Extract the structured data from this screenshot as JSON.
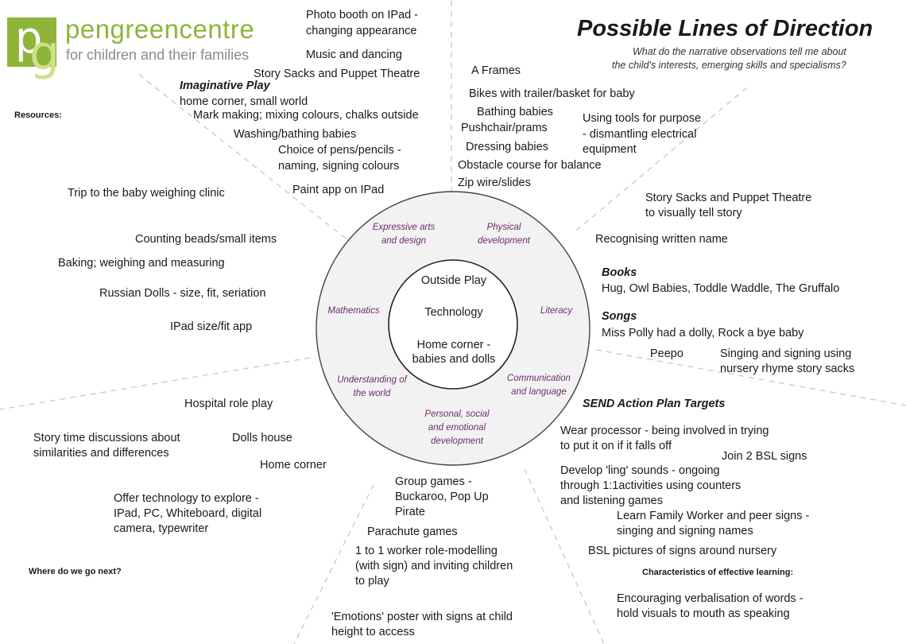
{
  "logo": {
    "name": "pengreencentre",
    "tagline": "for children and their families",
    "mark_color": "#8fb43a"
  },
  "header": {
    "title": "Possible Lines of Direction",
    "subtitle_line1": "What do the narrative observations tell me about",
    "subtitle_line2": "the child's interests, emerging skills and specialisms?"
  },
  "side_labels": {
    "resources": "Resources:",
    "where_next": "Where do we go next?",
    "characteristics": "Characteristics of effective learning:"
  },
  "circle": {
    "areas": {
      "expressive_1": "Expressive arts",
      "expressive_2": "and design",
      "physical_1": "Physical",
      "physical_2": "development",
      "literacy": "Literacy",
      "mathematics": "Mathematics",
      "communication_1": "Communication",
      "communication_2": "and language",
      "understanding_1": "Understanding of",
      "understanding_2": "the world",
      "personal_1": "Personal, social",
      "personal_2": "and emotional",
      "personal_3": "development"
    },
    "inner": {
      "outside": "Outside Play",
      "technology": "Technology",
      "home_1": "Home corner -",
      "home_2": "babies and dolls"
    }
  },
  "notes": {
    "photo_booth_1": "Photo booth on IPad -",
    "photo_booth_2": "changing appearance",
    "music": "Music and dancing",
    "story_sacks_top": "Story Sacks and Puppet Theatre",
    "imaginative": "Imaginative Play",
    "home_small_world": "home corner, small world",
    "mark_making": "Mark making; mixing colours, chalks outside",
    "washing": "Washing/bathing babies",
    "pens_1": "Choice of pens/pencils -",
    "pens_2": "naming, signing colours",
    "paint_app": "Paint app on IPad",
    "a_frames": "A Frames",
    "bikes": "Bikes with trailer/basket for baby",
    "bathing": "Bathing babies",
    "pushchair": "Pushchair/prams",
    "dressing": "Dressing babies",
    "obstacle": "Obstacle course for balance",
    "zip_wire": "Zip wire/slides",
    "tools_1": "Using tools for purpose",
    "tools_2": "- dismantling electrical",
    "tools_3": "equipment",
    "trip": "Trip to the baby weighing clinic",
    "counting": "Counting beads/small items",
    "baking": "Baking; weighing and measuring",
    "russian": "Russian Dolls - size, fit, seriation",
    "ipad_fit": "IPad size/fit app",
    "story_sacks_right_1": "Story Sacks and Puppet Theatre",
    "story_sacks_right_2": "to visually tell story",
    "written_name": "Recognising written name",
    "books_heading": "Books",
    "books_list": "Hug, Owl Babies, Toddle Waddle, The Gruffalo",
    "songs_heading": "Songs",
    "songs_list": "Miss Polly had a dolly, Rock a bye baby",
    "peepo": "Peepo",
    "singing_1": "Singing and signing using",
    "singing_2": "nursery rhyme story sacks",
    "hospital": "Hospital role play",
    "story_time_1": "Story time discussions about",
    "story_time_2": "similarities and differences",
    "dolls_house": "Dolls house",
    "home_corner": "Home corner",
    "offer_tech_1": "Offer technology to explore -",
    "offer_tech_2": "IPad, PC, Whiteboard, digital",
    "offer_tech_3": "camera, typewriter",
    "group_games_1": "Group games -",
    "group_games_2": "Buckaroo, Pop Up",
    "group_games_3": "Pirate",
    "parachute": "Parachute games",
    "one_to_one_1": "1 to 1 worker role-modelling",
    "one_to_one_2": "(with sign) and inviting children",
    "one_to_one_3": "to play",
    "emotions_1": "'Emotions' poster with signs at child",
    "emotions_2": "height to access",
    "send_heading": "SEND Action Plan Targets",
    "wear_1": "Wear processor - being involved in trying",
    "wear_2": "to put it on if it falls off",
    "join_bsl": "Join 2 BSL signs",
    "ling_1": "Develop 'ling' sounds - ongoing",
    "ling_2": "through 1:1activities using counters",
    "ling_3": "and listening games",
    "learn_1": "Learn Family Worker and peer signs -",
    "learn_2": "singing and signing names",
    "bsl_pictures": "BSL pictures of signs around nursery",
    "encourage_1": "Encouraging verbalisation of words -",
    "encourage_2": "hold visuals to mouth as speaking"
  }
}
